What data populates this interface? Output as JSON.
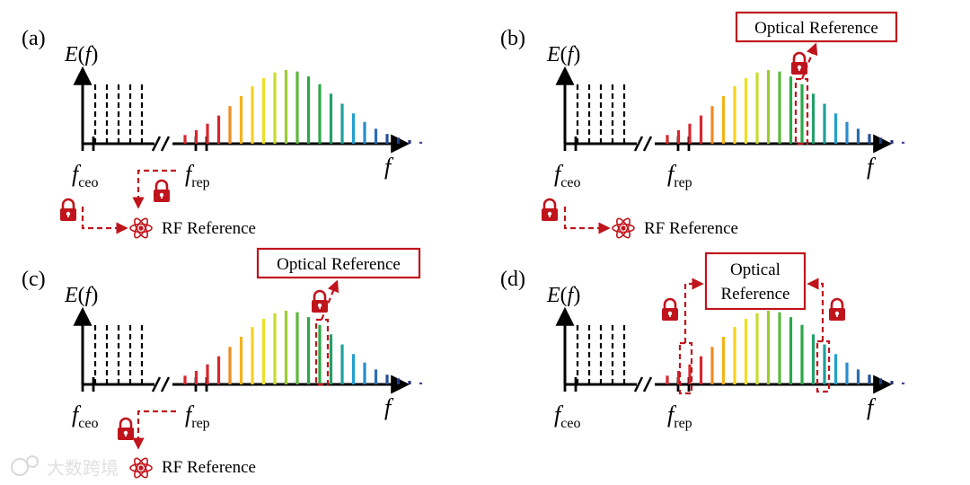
{
  "labels": {
    "panel_a": "(a)",
    "panel_b": "(b)",
    "panel_c": "(c)",
    "panel_d": "(d)",
    "y_axis_E": "E",
    "y_axis_f": "f",
    "x_axis": "f",
    "fceo_main": "f",
    "fceo_sub": "ceo",
    "frep_main": "f",
    "frep_sub": "rep",
    "rf_reference": "RF Reference",
    "optical_reference": "Optical Reference",
    "optical_reference_line1": "Optical",
    "optical_reference_line2": "Reference",
    "watermark": "大数跨境"
  },
  "colors": {
    "lock_red": "#c0141c",
    "axis_black": "#000000",
    "spectrum": [
      "#d9272e",
      "#d9272e",
      "#d9272e",
      "#f08c1e",
      "#f5b21a",
      "#f7d11e",
      "#ecdf2a",
      "#c8dc2e",
      "#9ccc32",
      "#5cb83c",
      "#2ca84a",
      "#22a06a",
      "#1fa09a",
      "#22a0d0",
      "#2b8ccc",
      "#2a6eb4",
      "#26509a",
      "#1e3c82",
      "#2a2e78",
      "#5a3ca0"
    ]
  },
  "icons": {
    "lock": "padlock-icon",
    "atom": "atom-icon"
  }
}
